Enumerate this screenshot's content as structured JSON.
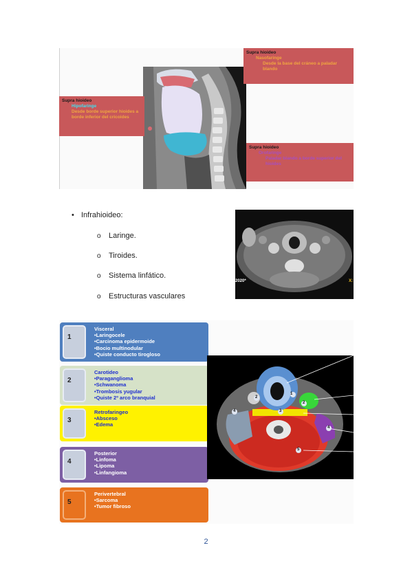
{
  "figure_top": {
    "callout_hipofaringe": {
      "heading": "Supra hioideo",
      "item": "Hipofaringe",
      "detail": "Desde borde superior hioides a borde inferior del cricoides"
    },
    "callout_nasofaringe": {
      "heading": "Supra hioideo",
      "item": "Nasofaringe",
      "detail": "Desde la base del cráneo a paladar blando"
    },
    "callout_orofaringe": {
      "heading": "Supra hioideo",
      "item": "Orofaringe",
      "detail": "Paladar blando a borde superior del hioides"
    },
    "colors": {
      "callout": "#c8585a",
      "hipofaringe": "#3fe0f0",
      "nasofaringe": "#f0a640",
      "orofaringe": "#a64fc0"
    }
  },
  "infrahioideo": {
    "title": "Infrahioideo:",
    "items": [
      "Laringe.",
      "Tiroides.",
      "Sistema linfático.",
      "Estructuras vasculares"
    ]
  },
  "ct_axial_label": "2020*",
  "ct_axial_label_right": "X:",
  "spaces": [
    {
      "number": "1",
      "title": "Visceral",
      "items": [
        "•Laringocele",
        "•Carcinoma epidermoide",
        "•Bocio multinodular",
        "•Quiste conducto tirogloso"
      ],
      "color": "#4f7fbf"
    },
    {
      "number": "2",
      "title": "Carotideo",
      "items": [
        "•Paraganglioma",
        "•Schwanoma",
        "•Trombosis yugular",
        "•Quiste 2º arco branquial"
      ],
      "color": "#d6e2c8"
    },
    {
      "number": "3",
      "title": "Retrofaringeo",
      "items": [
        "•Absceso",
        "•Edema"
      ],
      "color": "#fff200"
    },
    {
      "number": "4",
      "title": "Posterior",
      "items": [
        "•Linfoma",
        "•Lipoma",
        "•Linfangioma"
      ],
      "color": "#7d5fa4"
    },
    {
      "number": "5",
      "title": "Perivertebral",
      "items": [
        "•Sarcoma",
        "•Tumor fibroso"
      ],
      "color": "#e8731f"
    }
  ],
  "ct_numbers": [
    "1",
    "2",
    "2",
    "3",
    "4",
    "4",
    "5"
  ],
  "page_number": "2"
}
